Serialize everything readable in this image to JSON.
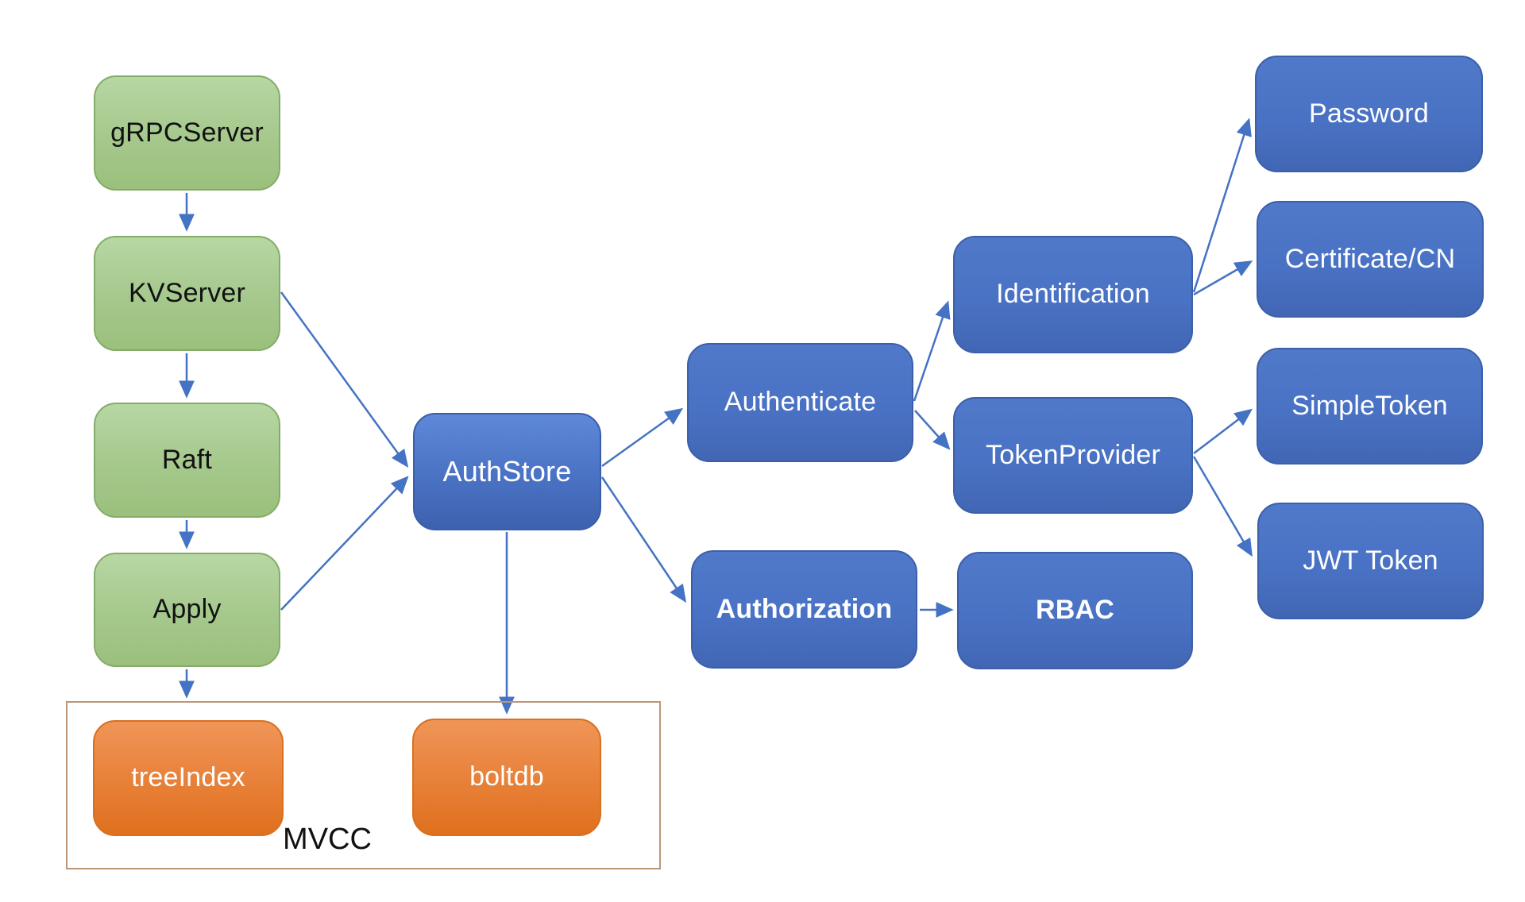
{
  "diagram": {
    "nodes": {
      "grpcserver": {
        "label": "gRPCServer",
        "color_group": "green"
      },
      "kvserver": {
        "label": "KVServer",
        "color_group": "green"
      },
      "raft": {
        "label": "Raft",
        "color_group": "green"
      },
      "apply": {
        "label": "Apply",
        "color_group": "green"
      },
      "authstore": {
        "label": "AuthStore",
        "color_group": "blue"
      },
      "authenticate": {
        "label": "Authenticate",
        "color_group": "blue"
      },
      "authorization": {
        "label": "Authorization",
        "color_group": "blue",
        "bold": true
      },
      "identification": {
        "label": "Identification",
        "color_group": "blue"
      },
      "tokenprovider": {
        "label": "TokenProvider",
        "color_group": "blue"
      },
      "rbac": {
        "label": "RBAC",
        "color_group": "blue",
        "bold": true
      },
      "password": {
        "label": "Password",
        "color_group": "blue"
      },
      "certificate_cn": {
        "label": "Certificate/CN",
        "color_group": "blue"
      },
      "simpletoken": {
        "label": "SimpleToken",
        "color_group": "blue"
      },
      "jwt_token": {
        "label": "JWT Token",
        "color_group": "blue"
      },
      "treeindex": {
        "label": "treeIndex",
        "color_group": "orange"
      },
      "boltdb": {
        "label": "boltdb",
        "color_group": "orange"
      }
    },
    "group": {
      "label": "MVCC"
    },
    "edges": [
      {
        "from": "gRPCServer",
        "to": "KVServer"
      },
      {
        "from": "KVServer",
        "to": "Raft"
      },
      {
        "from": "Raft",
        "to": "Apply"
      },
      {
        "from": "Apply",
        "to": "MVCC/treeIndex"
      },
      {
        "from": "KVServer",
        "to": "AuthStore"
      },
      {
        "from": "Apply",
        "to": "AuthStore"
      },
      {
        "from": "AuthStore",
        "to": "Authenticate"
      },
      {
        "from": "AuthStore",
        "to": "Authorization"
      },
      {
        "from": "AuthStore",
        "to": "boltdb"
      },
      {
        "from": "Authenticate",
        "to": "Identification"
      },
      {
        "from": "Authenticate",
        "to": "TokenProvider"
      },
      {
        "from": "Identification",
        "to": "Password"
      },
      {
        "from": "Identification",
        "to": "Certificate/CN"
      },
      {
        "from": "TokenProvider",
        "to": "SimpleToken"
      },
      {
        "from": "TokenProvider",
        "to": "JWT Token"
      },
      {
        "from": "Authorization",
        "to": "RBAC"
      }
    ],
    "colors": {
      "green_fill": "#a9c98e",
      "green_border": "#85ac67",
      "blue_fill": "#4a72c4",
      "blue_border": "#3b5fa9",
      "orange_fill": "#e8823b",
      "orange_border": "#d8701f",
      "arrow": "#4472c4",
      "mvcc_border": "#bb9677",
      "text_dark": "#111111",
      "text_light": "#ffffff"
    }
  }
}
